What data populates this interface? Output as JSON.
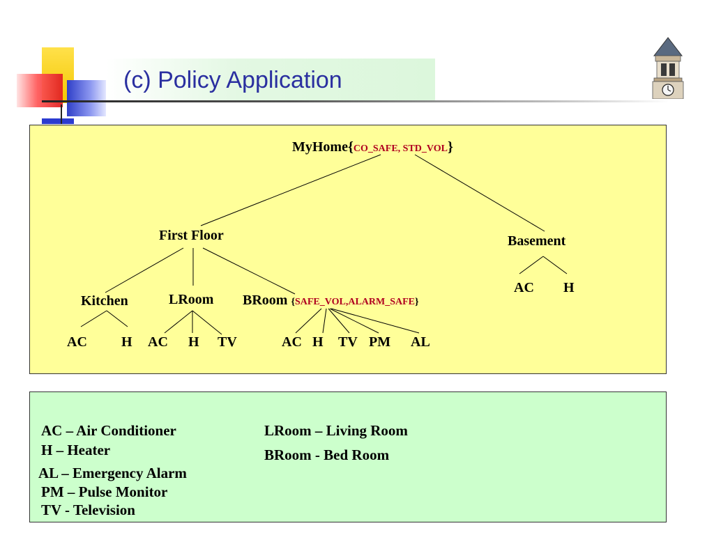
{
  "slide": {
    "title": "(c) Policy Application"
  },
  "tree": {
    "root": {
      "name": "MyHome",
      "open": "{",
      "policy": "CO_SAFE, STD_VOL",
      "close": "}"
    },
    "first_floor": "First Floor",
    "basement": "Basement",
    "kitchen": "Kitchen",
    "lroom": "LRoom",
    "broom": {
      "name": "BRoom",
      "open": "{",
      "policy": "SAFE_VOL,ALARM_SAFE",
      "close": "}"
    },
    "basement_devices": [
      "AC",
      "H"
    ],
    "kitchen_devices": [
      "AC",
      "H"
    ],
    "lroom_devices": [
      "AC",
      "H",
      "TV"
    ],
    "broom_devices": [
      "AC",
      "H",
      "TV",
      "PM",
      "AL"
    ]
  },
  "legend": {
    "left": [
      "AC – Air Conditioner",
      "H – Heater",
      "AL – Emergency Alarm",
      "PM – Pulse Monitor",
      "TV  -  Television"
    ],
    "right": [
      "LRoom – Living Room",
      "BRoom   - Bed Room"
    ]
  }
}
